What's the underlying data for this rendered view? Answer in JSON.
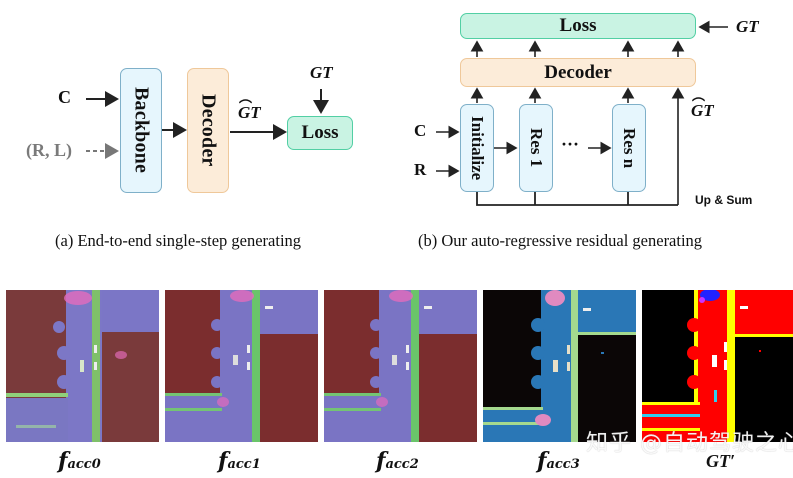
{
  "diagram_a": {
    "inputs": {
      "c": "C",
      "rl": "(R, L)"
    },
    "blocks": {
      "backbone": "Backbone",
      "decoder": "Decoder",
      "loss": "Loss"
    },
    "gt_label": "GT",
    "gt_hat_label": "GT",
    "caption": "(a)  End-to-end single-step generating"
  },
  "diagram_b": {
    "inputs": {
      "c": "C",
      "r": "R"
    },
    "blocks": {
      "loss": "Loss",
      "decoder": "Decoder",
      "initialize": "Initialize",
      "res1": "Res 1",
      "resn": "Res n"
    },
    "ellipsis": "···",
    "gt_label": "GT",
    "gt_hat_label": "GT",
    "up_sum_label": "Up & Sum",
    "caption": "(b)  Our auto-regressive residual generating"
  },
  "results": [
    {
      "label_main": "f",
      "label_sub": "acc0"
    },
    {
      "label_main": "f",
      "label_sub": "acc1"
    },
    {
      "label_main": "f",
      "label_sub": "acc2"
    },
    {
      "label_main": "f",
      "label_sub": "acc3"
    },
    {
      "label_main": "GT′",
      "label_sub": ""
    }
  ],
  "watermark": "知乎 @自动驾驶之心",
  "colors": {
    "block_blue": "#e6f6fd",
    "block_orange": "#fcecd9",
    "block_teal": "#c9f3e3",
    "pred_background": "#7a2b2b",
    "pred_road": "#7a74c4",
    "pred_boundary": "#66c46a",
    "gt_road": "#ff0000",
    "gt_boundary": "#ffff00"
  }
}
